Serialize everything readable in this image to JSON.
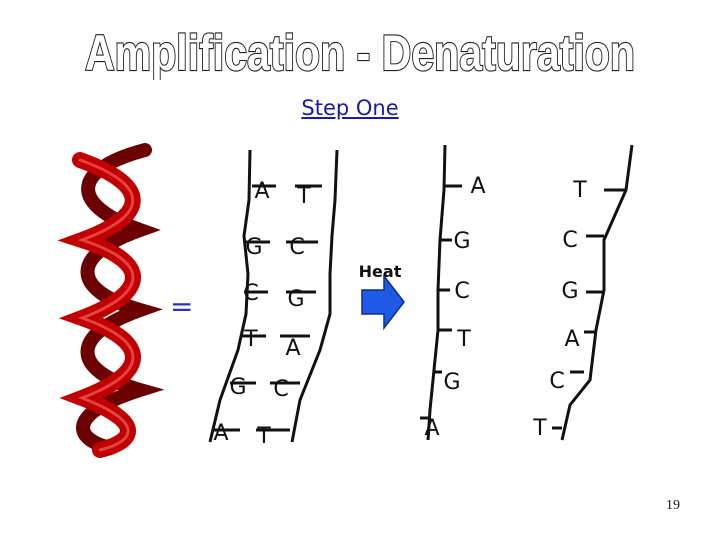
{
  "title": "Amplification - Denaturation",
  "subtitle": "Step One",
  "equals_sign": "=",
  "arrow_label": "Heat",
  "page_number": "19",
  "colors": {
    "helix": "#c00000",
    "helix_dark": "#6a0000",
    "arrow": "#1e5ae6",
    "step_link": "#1a1aa8"
  },
  "icons": {
    "helix": "dna-double-helix-icon",
    "arrow": "right-arrow-icon"
  },
  "double_strand": {
    "pairs": [
      {
        "left": "A",
        "right": "T"
      },
      {
        "left": "G",
        "right": "C"
      },
      {
        "left": "C",
        "right": "G"
      },
      {
        "left": "T",
        "right": "A"
      },
      {
        "left": "G",
        "right": "C"
      },
      {
        "left": "A",
        "right": "T"
      }
    ]
  },
  "separated_strands": {
    "left_strand": [
      "A",
      "G",
      "C",
      "T",
      "G",
      "A"
    ],
    "right_strand": [
      "T",
      "C",
      "G",
      "A",
      "C",
      "T"
    ]
  }
}
